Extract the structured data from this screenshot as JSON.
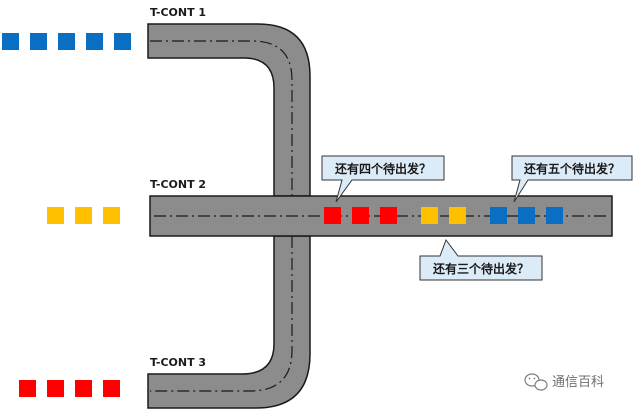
{
  "labels": {
    "tcont1": "T-CONT 1",
    "tcont2": "T-CONT 2",
    "tcont3": "T-CONT 3"
  },
  "callouts": {
    "four_waiting": "还有四个待出发？",
    "five_waiting": "还有五个待出发？",
    "three_waiting": "还有三个待出发？"
  },
  "watermark": {
    "text": "通信百科",
    "icon": "wechat-icon"
  },
  "colors": {
    "road": "#8c8c8c",
    "road_outline": "#1a1a1a",
    "lane_marking": "#1a1a1a",
    "blue": "#0a6fc2",
    "yellow": "#ffc000",
    "red": "#ff0000",
    "callout_fill": "#dcebf8",
    "callout_border": "#333333"
  },
  "queues": {
    "tcont1_waiting": 5,
    "tcont2_waiting": 3,
    "tcont3_waiting": 4,
    "on_road_red": 3,
    "on_road_yellow": 2,
    "on_road_blue": 3
  }
}
